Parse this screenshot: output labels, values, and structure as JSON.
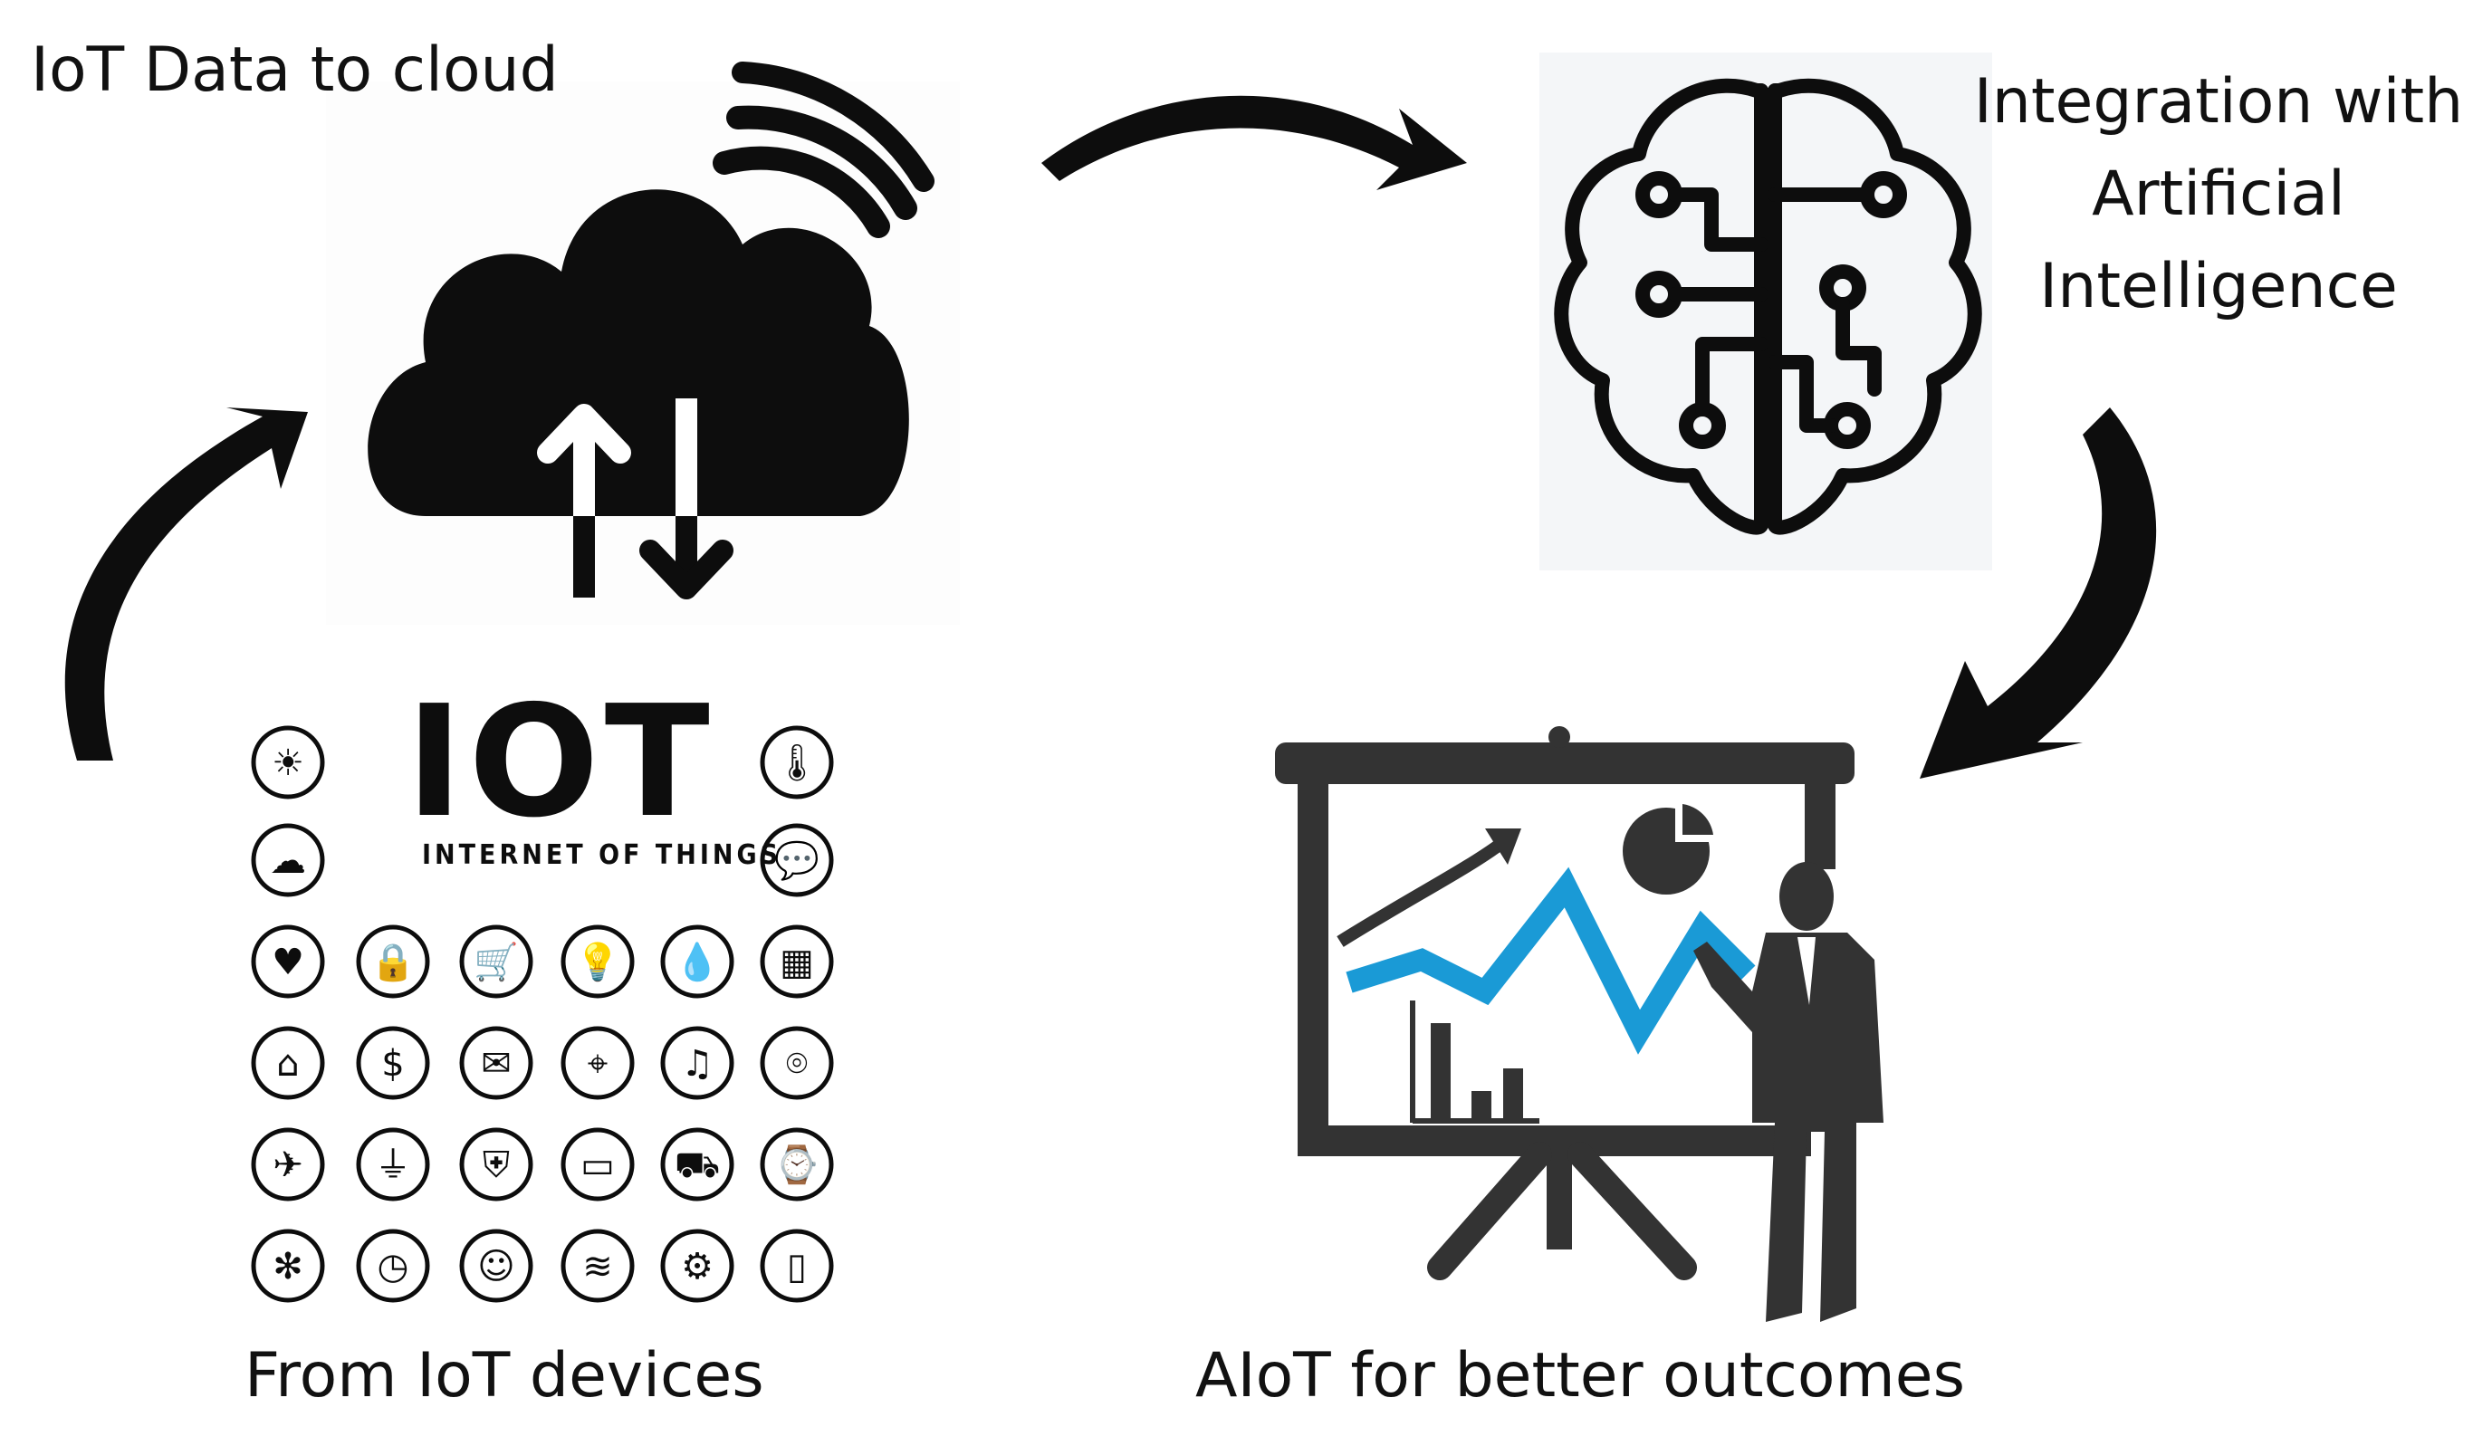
{
  "labels": {
    "cloud": "IoT Data to cloud",
    "ai_line1": "Integration with",
    "ai_line2": "Artificial",
    "ai_line3": "Intelligence",
    "devices": "From IoT devices",
    "aiot": "AIoT for better outcomes"
  },
  "iot_logo": {
    "title": "IOT",
    "subtitle": "INTERNET OF THINGS"
  },
  "icons": {
    "cloud": "cloud-upload-download-icon",
    "brain": "ai-brain-circuit-icon",
    "presentation": "presenter-chart-icon",
    "device_grid": [
      "weather-icon",
      "thermometer-icon",
      "cloud-headset-icon",
      "chat-icon",
      "heart-monitor-icon",
      "lock-icon",
      "cart-icon",
      "lightbulb-icon",
      "faucet-icon",
      "calendar-icon",
      "smart-home-icon",
      "money-icon",
      "mail-icon",
      "camera-icon",
      "music-icon",
      "location-icon",
      "airplane-icon",
      "plug-icon",
      "shield-lock-icon",
      "laptop-icon",
      "car-icon",
      "smartwatch-icon",
      "fan-icon",
      "clock-icon",
      "user-icon",
      "wifi-icon",
      "gear-icon",
      "phone-icon"
    ]
  },
  "colors": {
    "ink": "#0d0d0d",
    "chart_line": "#1a9ad6",
    "presenter": "#333333"
  }
}
